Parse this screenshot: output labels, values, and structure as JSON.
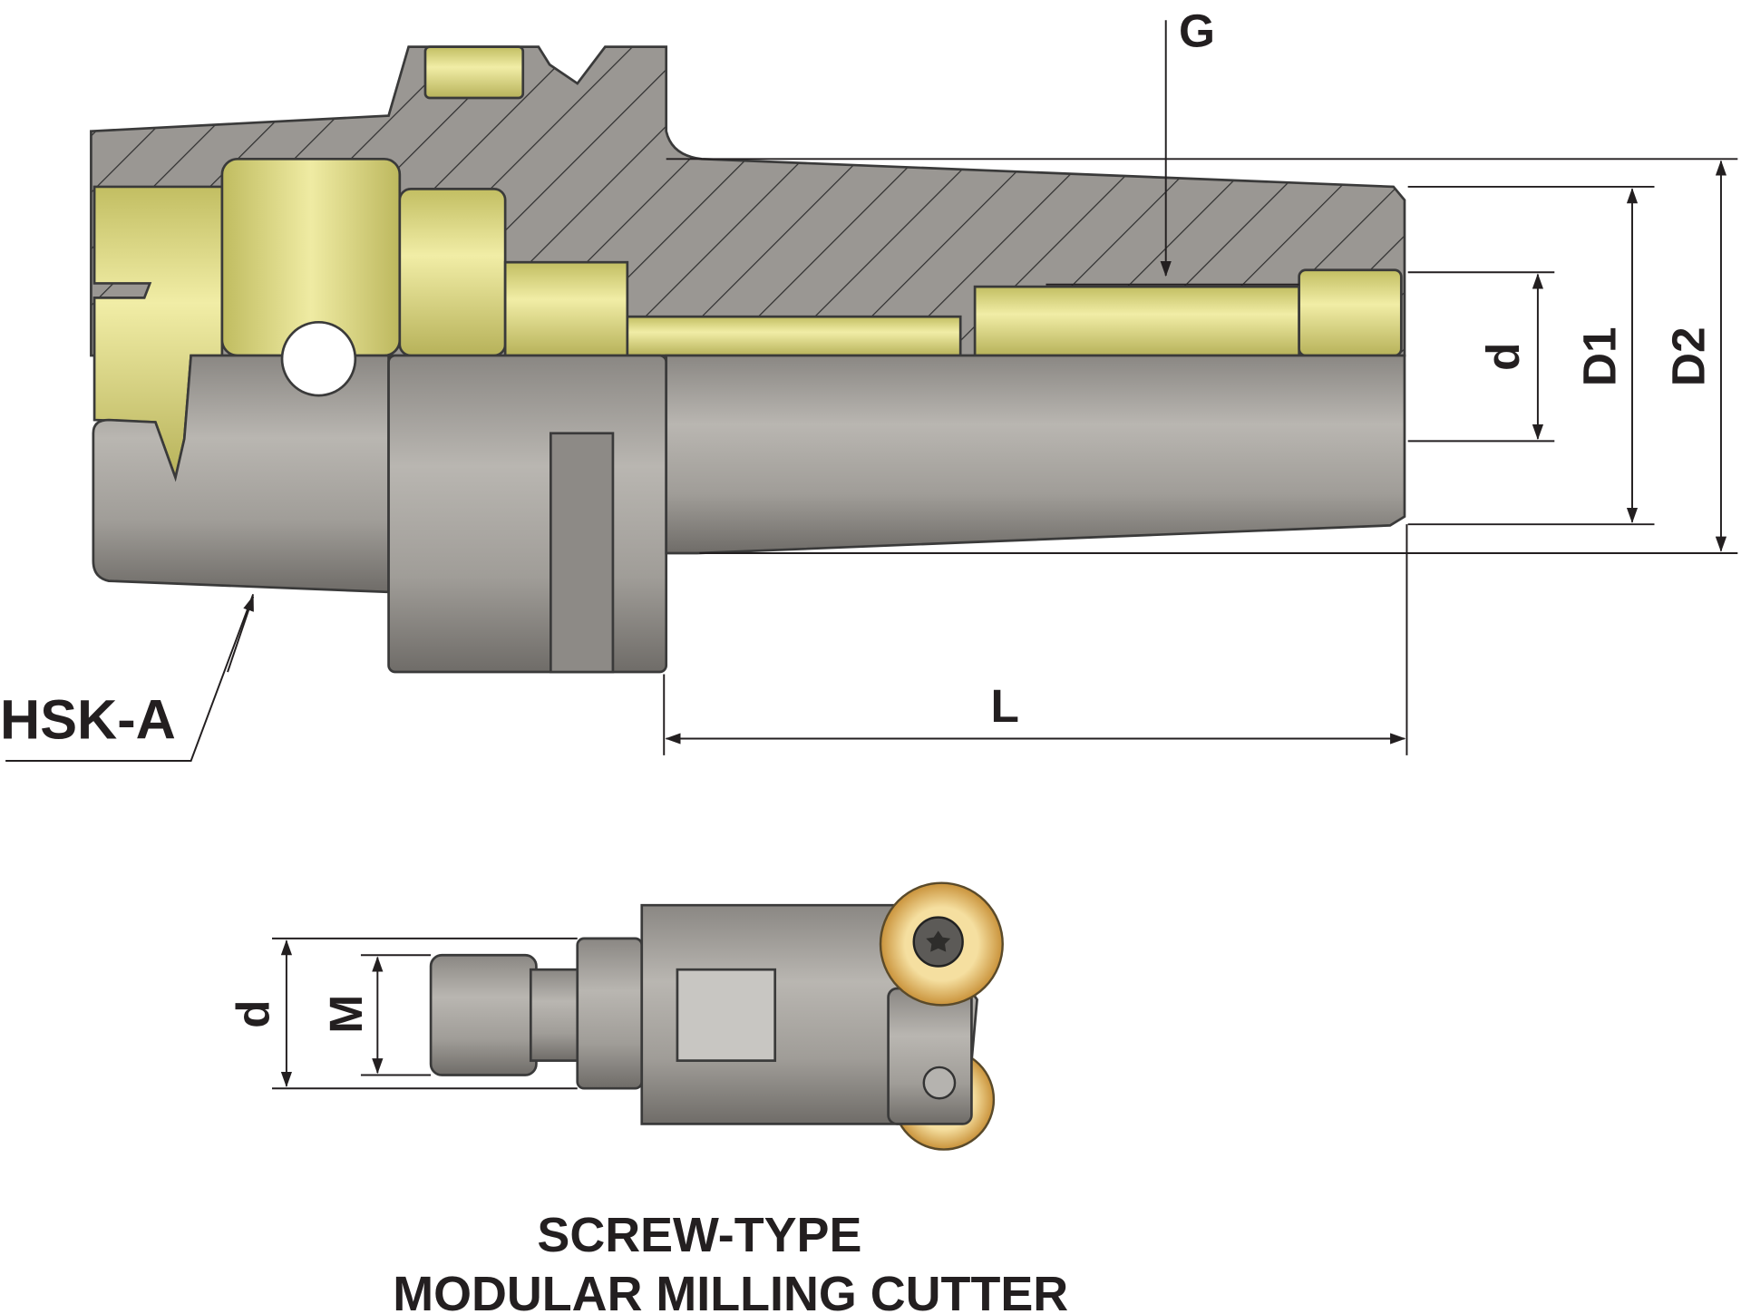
{
  "holder": {
    "labels": {
      "thread": "G",
      "bore_diameter": "d",
      "diameter_1": "D1",
      "diameter_2": "D2",
      "length": "L",
      "interface": "HSK-A"
    }
  },
  "cutter": {
    "labels": {
      "diameter": "d",
      "thread": "M"
    },
    "caption_line1": "SCREW-TYPE",
    "caption_line2": "MODULAR MILLING CUTTER"
  },
  "colors": {
    "steel": "#8f8c88",
    "brass": "#d6d27f",
    "insert_gold": "#e3b75a",
    "ink": "#231f20"
  }
}
